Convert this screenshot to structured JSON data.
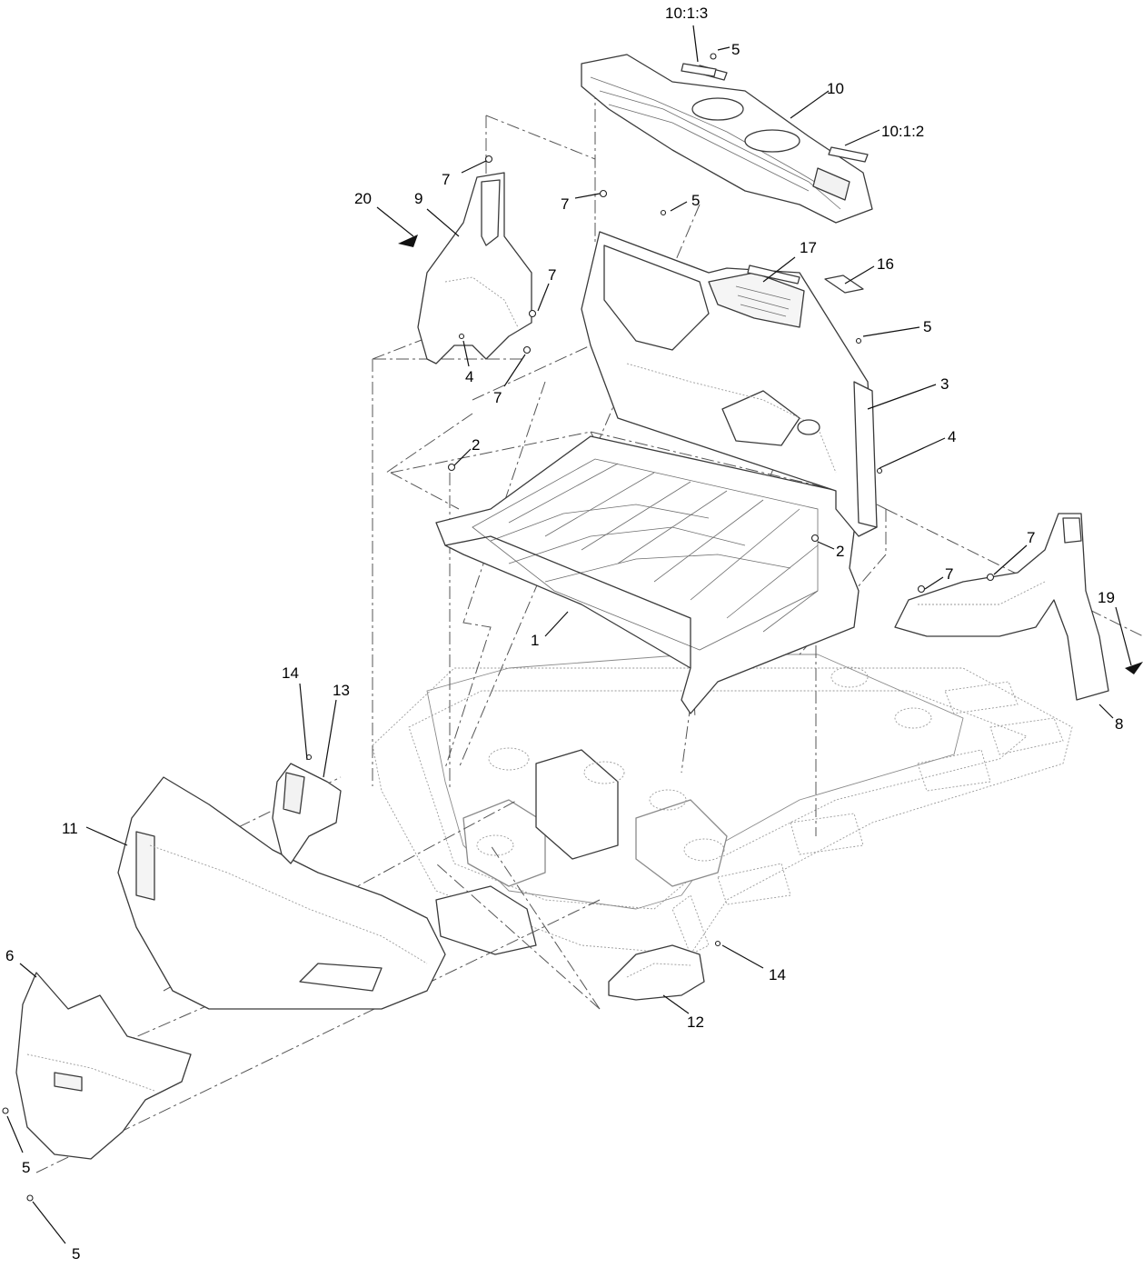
{
  "callouts": {
    "c10_1_3": "10:1:3",
    "c5_a": "5",
    "c10": "10",
    "c10_1_2": "10:1:2",
    "c7_a": "7",
    "c20": "20",
    "c9": "9",
    "c7_b": "7",
    "c5_b": "5",
    "c17": "17",
    "c16": "16",
    "c7_c": "7",
    "c5_c": "5",
    "c4_a": "4",
    "c7_d": "7",
    "c3": "3",
    "c2_a": "2",
    "c4_b": "4",
    "c2_b": "2",
    "c7_e": "7",
    "c7_f": "7",
    "c19": "19",
    "c1": "1",
    "c8": "8",
    "c14_a": "14",
    "c13": "13",
    "c11": "11",
    "c6": "6",
    "c14_b": "14",
    "c12": "12",
    "c5_d": "5",
    "c5_e": "5"
  }
}
